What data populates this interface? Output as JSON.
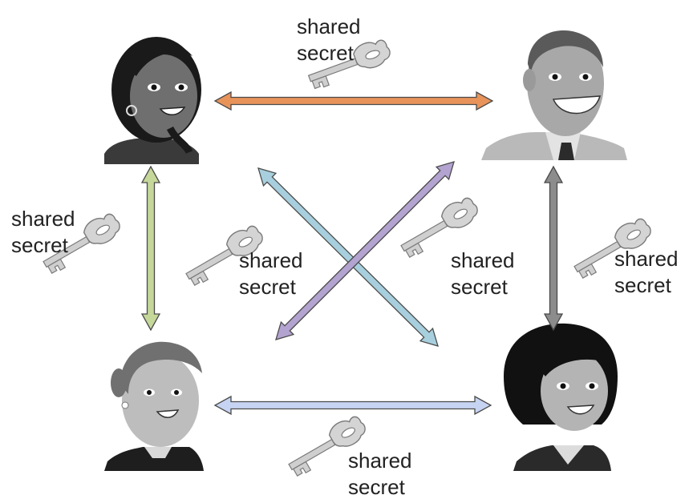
{
  "diagram": {
    "people": [
      {
        "id": "top-left",
        "icon": "woman-with-earring-icon"
      },
      {
        "id": "top-right",
        "icon": "smiling-man-with-tie-icon"
      },
      {
        "id": "bottom-left",
        "icon": "woman-with-bun-icon"
      },
      {
        "id": "bottom-right",
        "icon": "woman-with-bob-hair-icon"
      }
    ],
    "links": [
      {
        "from": "top-left",
        "to": "top-right",
        "color": "#E8935A"
      },
      {
        "from": "top-left",
        "to": "bottom-left",
        "color": "#C5D89A"
      },
      {
        "from": "top-right",
        "to": "bottom-right",
        "color": "#8C8C8C"
      },
      {
        "from": "bottom-left",
        "to": "bottom-right",
        "color": "#C7D3F2"
      },
      {
        "from": "top-left",
        "to": "bottom-right",
        "color": "#A8CFDD"
      },
      {
        "from": "top-right",
        "to": "bottom-left",
        "color": "#B3A3D0"
      }
    ],
    "labels": {
      "top": {
        "line1": "shared",
        "line2": "secret"
      },
      "left": {
        "line1": "shared",
        "line2": "secret"
      },
      "center_left": {
        "line1": "shared",
        "line2": "secret"
      },
      "center_right": {
        "line1": "shared",
        "line2": "secret"
      },
      "right": {
        "line1": "shared",
        "line2": "secret"
      },
      "bottom": {
        "line1": "shared",
        "line2": "secret"
      }
    },
    "key_icon": "key-icon",
    "key_color": "#C8C8C8"
  }
}
